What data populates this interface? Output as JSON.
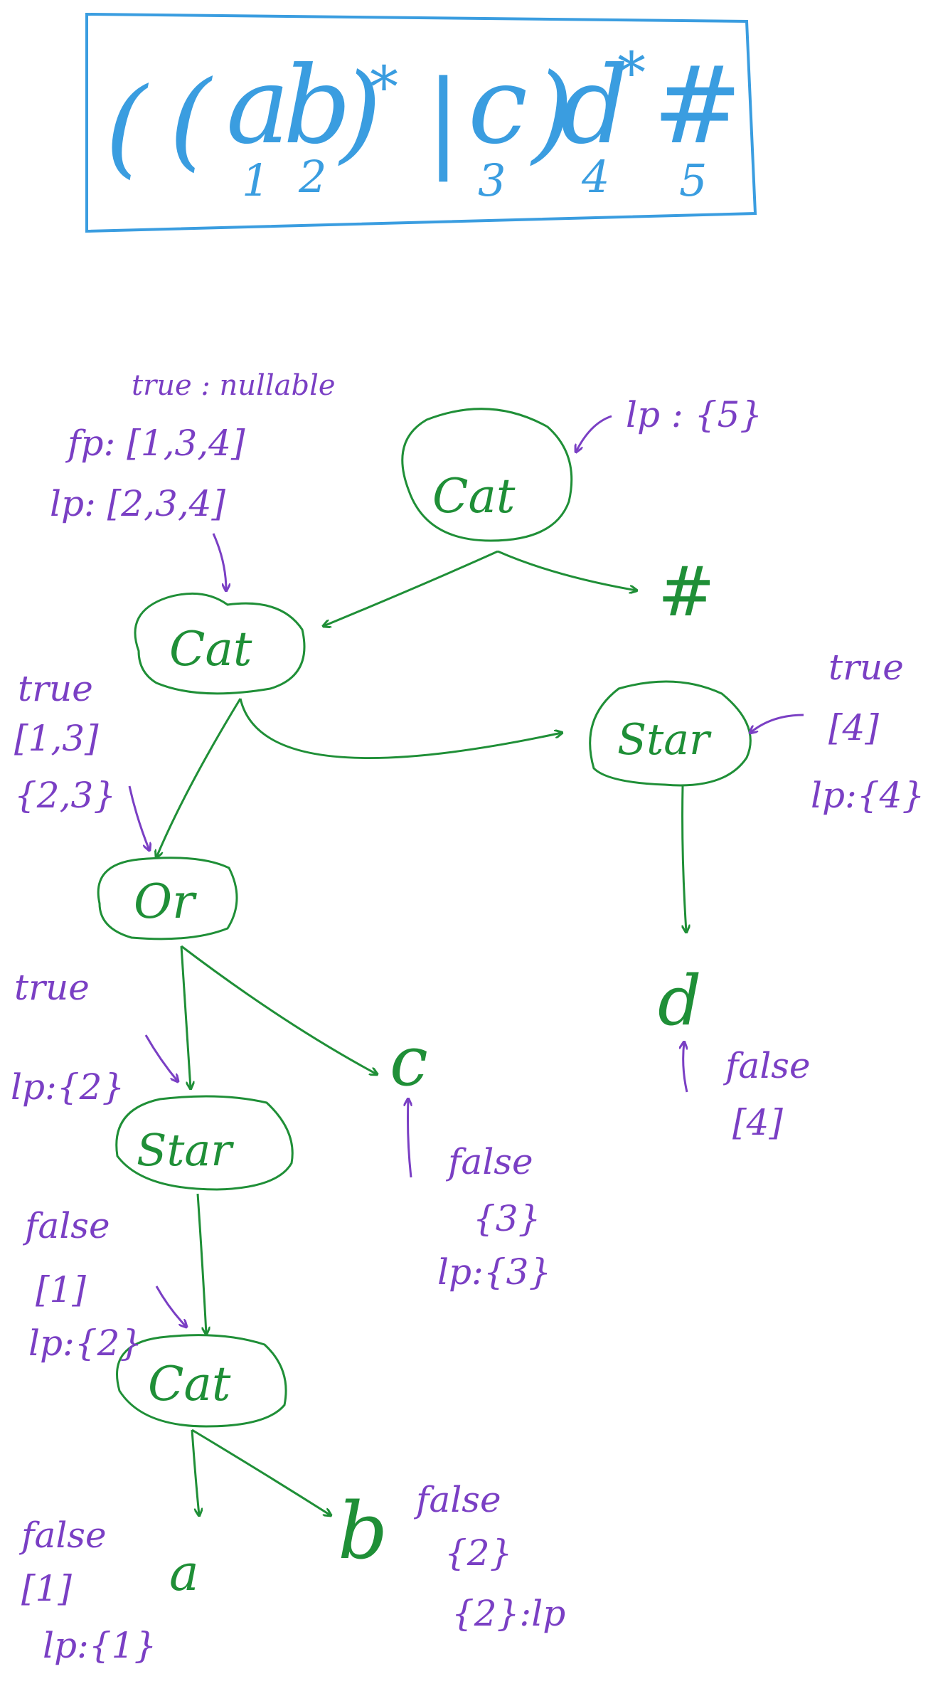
{
  "regex": {
    "chars": [
      "(",
      "(",
      "a",
      "b",
      ")",
      "*",
      "|",
      "c",
      ")",
      "d",
      "*",
      "#"
    ],
    "positions": [
      "1",
      "2",
      "3",
      "4",
      "5"
    ]
  },
  "tree": {
    "root": {
      "label": "Cat",
      "lp": "lp : {5}"
    },
    "hash_leaf": {
      "label": "#"
    },
    "cat2": {
      "label": "Cat",
      "nullable": "true : nullable",
      "fp": "fp: [1,3,4]",
      "lp": "lp: [2,3,4]"
    },
    "star_d": {
      "label": "Star",
      "nullable": "true",
      "fp": "[4]",
      "lp": "lp:{4}"
    },
    "or": {
      "label": "Or",
      "nullable": "true",
      "fp": "[1,3]",
      "lp": "{2,3}"
    },
    "d_leaf": {
      "label": "d",
      "nullable": "false",
      "fp": "[4]"
    },
    "star_ab": {
      "label": "Star",
      "nullable": "true",
      "lp": "lp:{2}"
    },
    "c_leaf": {
      "label": "c",
      "nullable": "false",
      "fp": "{3}",
      "lp": "lp:{3}"
    },
    "cat_ab": {
      "label": "Cat",
      "nullable": "false",
      "fp": "[1]",
      "lp": "lp:{2}"
    },
    "a_leaf": {
      "label": "a",
      "nullable": "false",
      "fp": "[1]",
      "lp": "lp:{1}"
    },
    "b_leaf": {
      "label": "b",
      "nullable": "false",
      "fp": "{2}",
      "lp": "{2}:lp"
    }
  }
}
